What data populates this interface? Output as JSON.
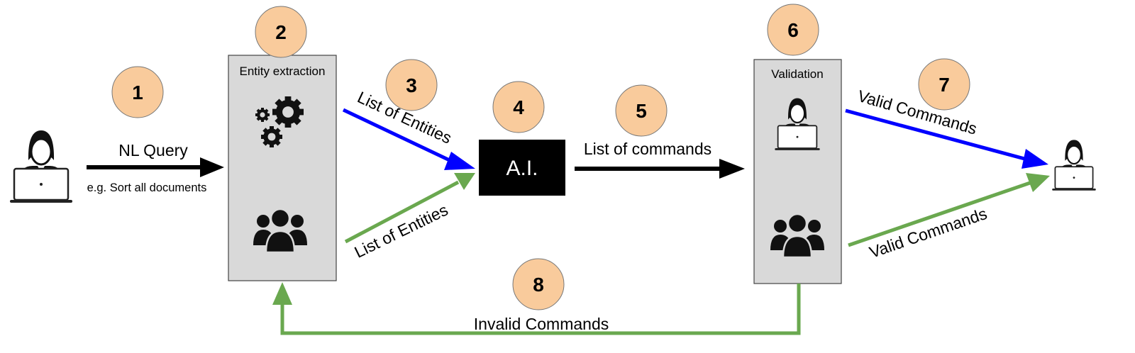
{
  "steps": [
    "1",
    "2",
    "3",
    "4",
    "5",
    "6",
    "7",
    "8"
  ],
  "boxes": {
    "entity_extraction": "Entity extraction",
    "validation": "Validation",
    "ai": "A.I."
  },
  "edges": {
    "nl_query": "NL Query",
    "nl_query_example": "e.g. Sort all documents",
    "entities_auto": "List of Entities",
    "entities_human": "List of Entities",
    "commands": "List of commands",
    "valid_auto": "Valid Commands",
    "valid_human": "Valid Commands",
    "invalid": "Invalid Commands"
  },
  "icons": {
    "user": "user-laptop-icon",
    "gears": "gears-icon",
    "group": "people-group-icon",
    "validator": "user-laptop-icon",
    "end_user": "user-laptop-icon"
  },
  "colors": {
    "step_fill": "#f9cb9c",
    "box_fill": "#d9d9d9",
    "ai_fill": "#000000",
    "auto_path": "#0000ff",
    "human_path": "#6aa84f",
    "main_path": "#000000"
  }
}
